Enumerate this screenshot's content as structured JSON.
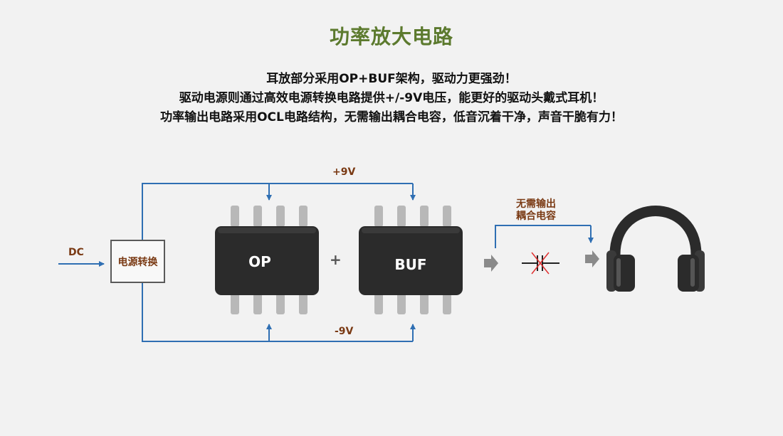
{
  "title": "功率放大电路",
  "description": [
    "耳放部分采用OP+BUF架构，驱动力更强劲！",
    "驱动电源则通过高效电源转换电路提供+/-9V电压，能更好的驱动头戴式耳机！",
    "功率输出电路采用OCL电路结构，无需输出耦合电容，低音沉着干净，声音干脆有力！"
  ],
  "diagram": {
    "dc_label": "DC",
    "converter_label": "电源转换",
    "pos_rail_label": "+9V",
    "neg_rail_label": "-9V",
    "op_label": "OP",
    "buf_label": "BUF",
    "plus_sign": "+",
    "no_cap_label_line1": "无需输出",
    "no_cap_label_line2": "耦合电容"
  },
  "colors": {
    "title": "#5c7a2e",
    "wire": "#2f6fb3",
    "label": "#7a3a14",
    "chip": "#2b2b2b",
    "cross": "#e03030"
  },
  "icons": [
    "headphones-icon",
    "capacitor-crossed-icon",
    "arrow-right-icon"
  ]
}
